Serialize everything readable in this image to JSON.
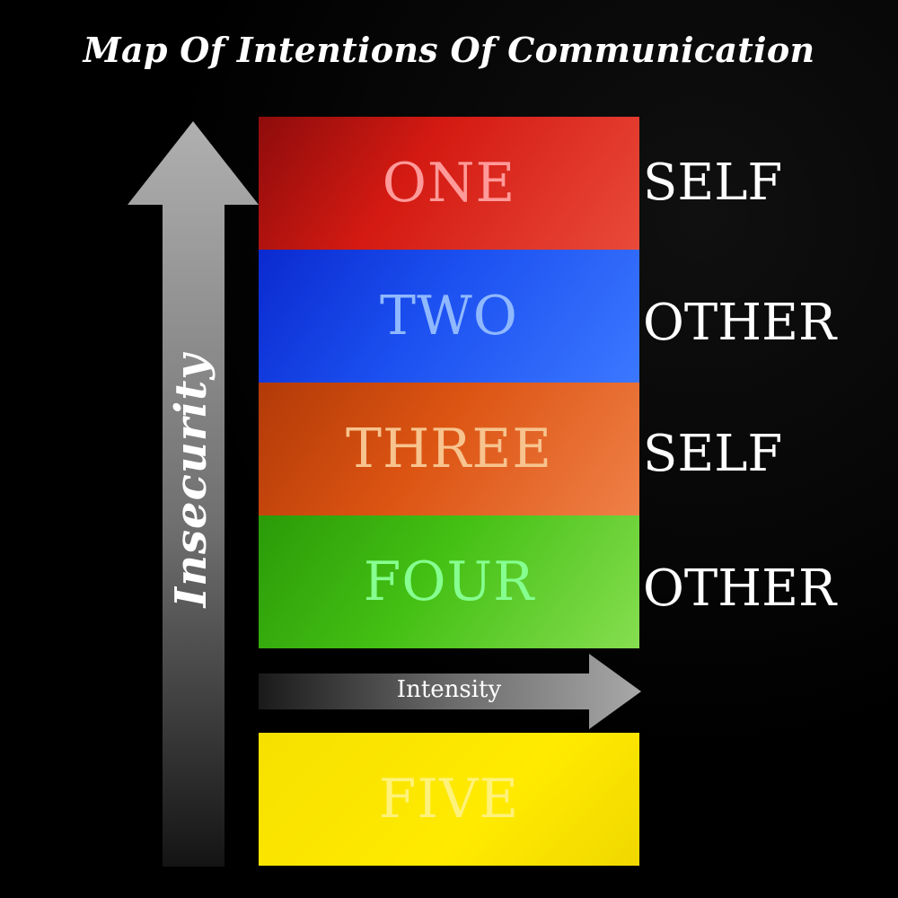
{
  "title": "Map Of Intentions Of Communication",
  "bands": [
    {
      "label": "ONE",
      "side_label": "SELF"
    },
    {
      "label": "TWO",
      "side_label": "OTHER"
    },
    {
      "label": "THREE",
      "side_label": "SELF"
    },
    {
      "label": "FOUR",
      "side_label": "OTHER"
    },
    {
      "label": "FIVE"
    }
  ],
  "arrows": {
    "vertical_label": "Insecurity",
    "horizontal_label": "Intensity"
  },
  "colors": {
    "background": "#000000",
    "one": "#d41a12",
    "two": "#1c50f0",
    "three": "#dc5412",
    "four": "#44c014",
    "five": "#ffea00",
    "arrow": "#9a9a9a"
  }
}
